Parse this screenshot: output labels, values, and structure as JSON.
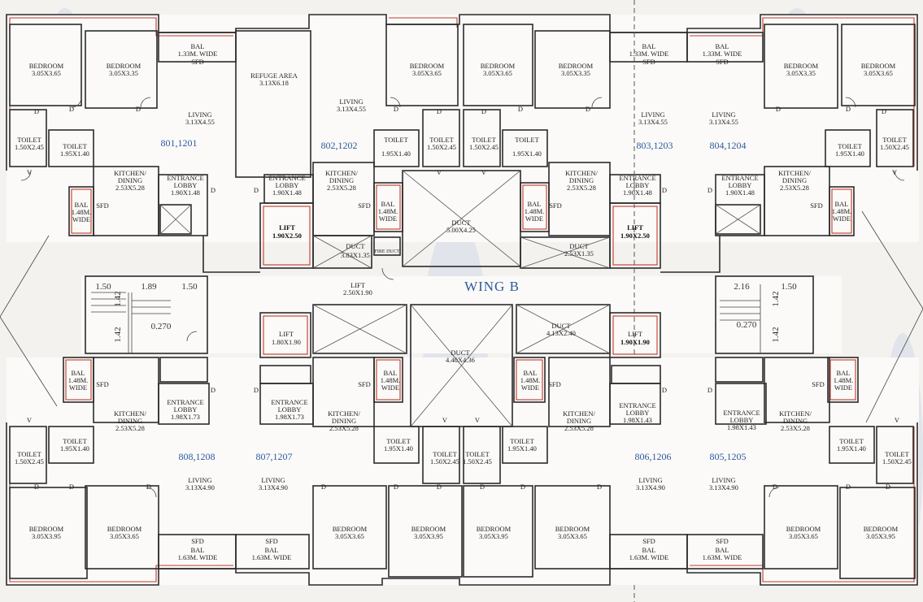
{
  "wing_title": "WING B",
  "units": {
    "u801": "801,1201",
    "u802": "802,1202",
    "u803": "803,1203",
    "u804": "804,1204",
    "u805": "805,1205",
    "u806": "806,1206",
    "u807": "807,1207",
    "u808": "808,1208"
  },
  "labels": {
    "bedroom": "BEDROOM",
    "living": "LIVING",
    "toilet": "TOILET",
    "kitchen1": "KITCHEN/",
    "kitchen2": "DINING",
    "entrance1": "ENTRANCE",
    "entrance2": "LOBBY",
    "bal": "BAL",
    "lift": "LIFT",
    "duct": "DUCT",
    "fire_duct": "FIRE DUCT",
    "refuge": "REFUGE AREA",
    "sfd": "SFD",
    "d": "D",
    "v": "V",
    "wide": "WIDE"
  },
  "dims": {
    "bed_305x365": "3.05X3.65",
    "bed_305x335": "3.05X3.35",
    "bed_305x395": "3.05X3.95",
    "living_313x455": "3.13X4.55",
    "living_313x490": "3.13X4.90",
    "toilet_150x245": "1.50X2.45",
    "toilet_195x140": "1.95X1.40",
    "kitchen_253x528": "2.53X5.28",
    "lobby_190x148": "1.90X1.48",
    "lobby_198x173": "1.98X1.73",
    "lobby_198x143": "1.98X1.43",
    "bal_133": "1.33M. WIDE",
    "bal_148": "1.48M.",
    "bal_163": "1.63M. WIDE",
    "refuge_313x618": "3.13X6.18",
    "lift_190x250": "1.90X2.50",
    "lift_250x190": "2.50X1.90",
    "lift_180x190": "1.80X1.90",
    "lift_190x190": "1.90X1.90",
    "duct_383x135": "3.83X1.35",
    "duct_500x425": "5.00X4.25",
    "duct_253x135": "2.53X1.35",
    "duct_413x240": "4.13X2.40",
    "duct_440x436": "4.40X4.36"
  },
  "stair_dims": {
    "l150a": "1.50",
    "l189": "1.89",
    "l150b": "1.50",
    "l142a": "1.42",
    "l142b": "1.42",
    "l0270": "0.270",
    "r216": "2.16",
    "r150": "1.50",
    "r142a": "1.42",
    "r142b": "1.42",
    "r0270": "0.270"
  }
}
